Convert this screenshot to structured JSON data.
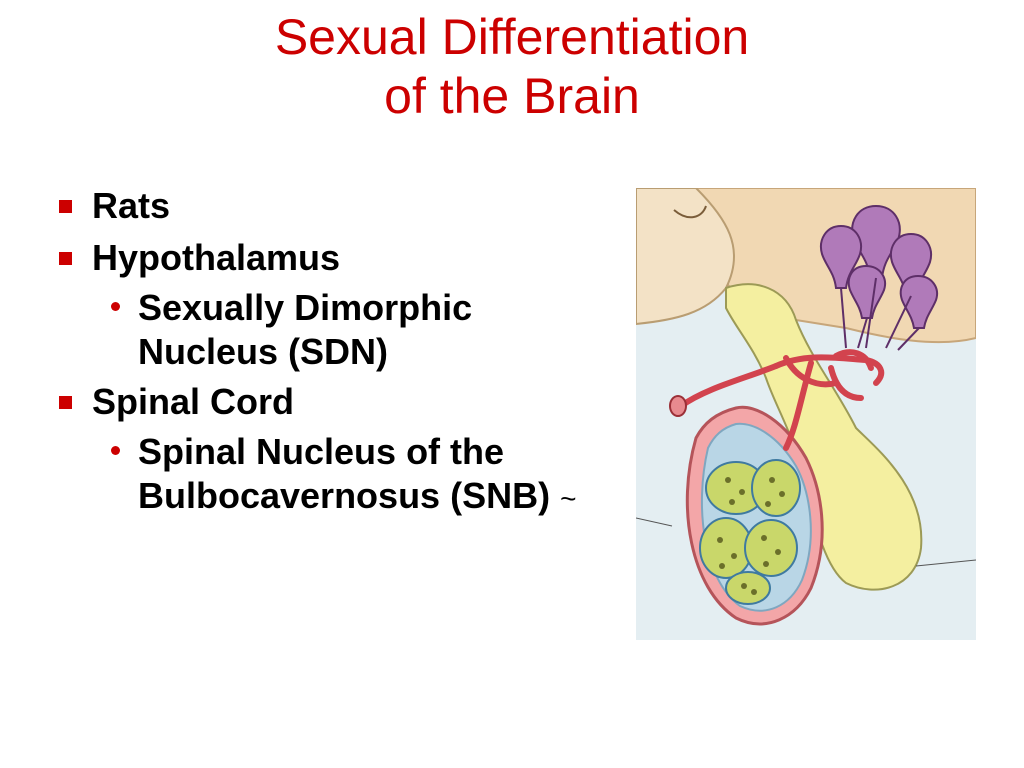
{
  "slide": {
    "title_line1": "Sexual Differentiation",
    "title_line2": "of the Brain",
    "bullets": [
      {
        "text": "Rats"
      },
      {
        "text": "Hypothalamus"
      },
      {
        "text": "Spinal Cord"
      }
    ],
    "sub_bullets": [
      {
        "text": "Sexually Dimorphic Nucleus (SDN)"
      },
      {
        "text": "Spinal Nucleus of the Bulbocavernosus (SNB)"
      }
    ],
    "trailing_mark": "~",
    "colors": {
      "title": "#cc0000",
      "bullet_marker": "#cc0000",
      "text": "#000000"
    }
  }
}
